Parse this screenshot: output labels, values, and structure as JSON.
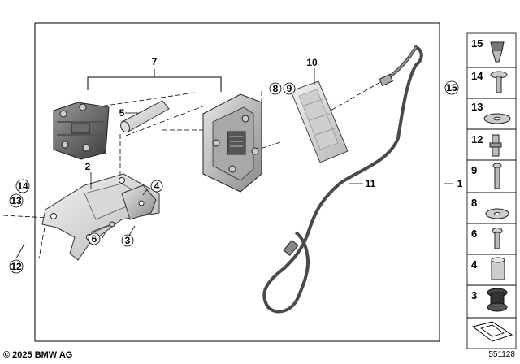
{
  "callouts": {
    "c1": "1",
    "c2": "2",
    "c3": "3",
    "c4": "4",
    "c5": "5",
    "c6": "6",
    "c7": "7",
    "c8": "8",
    "c9": "9",
    "c10": "10",
    "c11": "11",
    "c12": "12",
    "c13": "13",
    "c14": "14",
    "c15": "15"
  },
  "parts_column": [
    {
      "label": "15",
      "icon": "clip-nut-icon"
    },
    {
      "label": "14",
      "icon": "screw-icon"
    },
    {
      "label": "13",
      "icon": "washer-icon"
    },
    {
      "label": "12",
      "icon": "stud-bolt-icon"
    },
    {
      "label": "9",
      "icon": "long-screw-icon"
    },
    {
      "label": "8",
      "icon": "washer-icon"
    },
    {
      "label": "6",
      "icon": "screw-icon"
    },
    {
      "label": "4",
      "icon": "spacer-sleeve-icon"
    },
    {
      "label": "3",
      "icon": "rubber-grommet-icon"
    },
    {
      "label": "",
      "icon": "shim-wedge-icon"
    }
  ],
  "footer": {
    "copyright": "© 2025 BMW AG",
    "diagram_number": "551128"
  }
}
